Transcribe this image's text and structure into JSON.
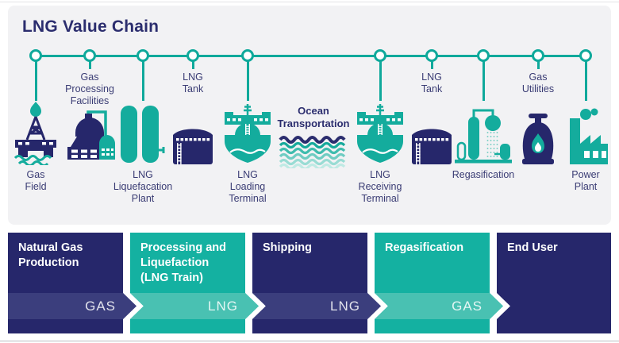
{
  "page": {
    "title": "LNG Value Chain"
  },
  "colors": {
    "navy": "#26276B",
    "teal": "#14B1A1",
    "navy_band": "#3B3E7D",
    "teal_band": "#49C1B2",
    "timeline_teal": "#0FA99B",
    "label_navy": "#3A3C74",
    "card_bg": "#F2F2F4"
  },
  "stations": [
    {
      "icon": "oil-rig-icon",
      "label_lines": [
        "Gas",
        "Field"
      ],
      "label_pos": "bottom",
      "node": true
    },
    {
      "icon": "gas-processing-icon",
      "label_lines": [
        "Gas",
        "Processing",
        "Facilities"
      ],
      "label_pos": "top",
      "node": true
    },
    {
      "icon": "liquefaction-plant-icon",
      "label_lines": [
        "LNG",
        "Liquefacation",
        "Plant"
      ],
      "label_pos": "bottom",
      "node": true
    },
    {
      "icon": "storage-tank-icon",
      "label_lines": [
        "LNG",
        "Tank"
      ],
      "label_pos": "top",
      "node": true
    },
    {
      "icon": "lng-ship-icon",
      "label_lines": [
        "LNG",
        "Loading",
        "Terminal"
      ],
      "label_pos": "bottom",
      "node": true
    },
    {
      "icon": "ocean-waves-icon",
      "label_lines": [
        "Ocean",
        "Transportation"
      ],
      "label_pos": "above",
      "node": false
    },
    {
      "icon": "lng-ship-icon",
      "label_lines": [
        "LNG",
        "Receiving",
        "Terminal"
      ],
      "label_pos": "bottom",
      "node": true
    },
    {
      "icon": "storage-tank-icon",
      "label_lines": [
        "LNG",
        "Tank"
      ],
      "label_pos": "top",
      "node": true
    },
    {
      "icon": "regasification-icon",
      "label_lines": [
        "Regasification"
      ],
      "label_pos": "bottom",
      "node": true
    },
    {
      "icon": "gas-utilities-icon",
      "label_lines": [
        "Gas",
        "Utilities"
      ],
      "label_pos": "top",
      "node": true
    },
    {
      "icon": "power-plant-icon",
      "label_lines": [
        "Power",
        "Plant"
      ],
      "label_pos": "bottom",
      "node": true
    }
  ],
  "chain": [
    {
      "label": "Natural Gas Production",
      "theme": "navy",
      "band_label": "GAS",
      "has_point": true,
      "has_notch": false
    },
    {
      "label": "Processing and Liquefaction (LNG Train)",
      "theme": "teal",
      "band_label": "LNG",
      "has_point": true,
      "has_notch": true
    },
    {
      "label": "Shipping",
      "theme": "navy",
      "band_label": "LNG",
      "has_point": true,
      "has_notch": true
    },
    {
      "label": "Regasification",
      "theme": "teal",
      "band_label": "GAS",
      "has_point": true,
      "has_notch": true
    },
    {
      "label": "End User",
      "theme": "navy",
      "band_label": null,
      "has_point": false,
      "has_notch": true
    }
  ]
}
